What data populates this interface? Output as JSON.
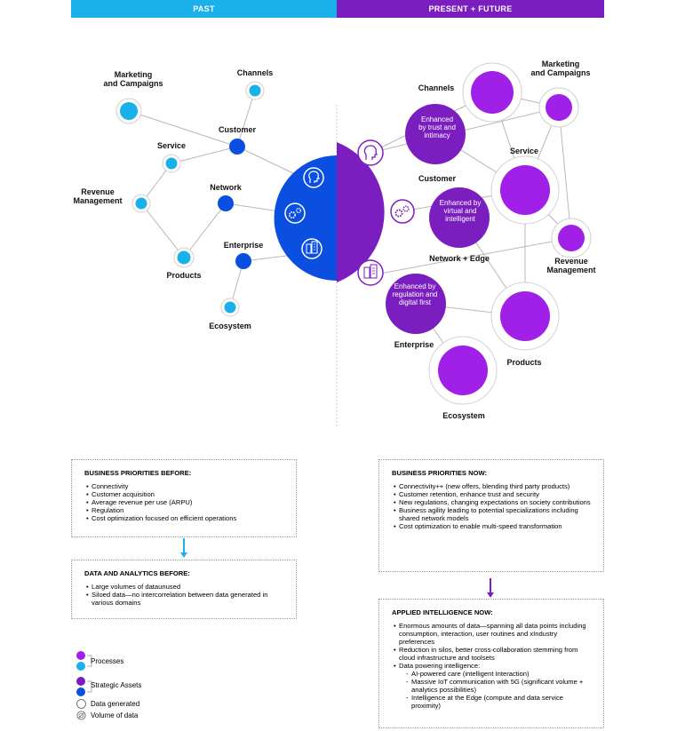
{
  "header": {
    "past_label": "PAST",
    "future_label": "PRESENT + FUTURE"
  },
  "colors": {
    "past_blue": "#1ab0ea",
    "past_dark_blue": "#0b4fe0",
    "future_purple": "#a020e8",
    "future_dark_purple": "#7b1ec0"
  },
  "past": {
    "nodes": {
      "marketing": "Marketing\nand Campaigns",
      "channels": "Channels",
      "customer": "Customer",
      "service": "Service",
      "network": "Network",
      "revenue": "Revenue\nManagement",
      "enterprise": "Enterprise",
      "products": "Products",
      "ecosystem": "Ecosystem"
    }
  },
  "future": {
    "nodes": {
      "channels": "Channels",
      "marketing": "Marketing\nand Campaigns",
      "customer": "Customer",
      "service": "Service",
      "network": "Network + Edge",
      "revenue": "Revenue\nManagement",
      "enterprise": "Enterprise",
      "products": "Products",
      "ecosystem": "Ecosystem"
    },
    "enhanced": {
      "customer": "Enhanced\nby trust and\nintimacy",
      "network": "Enhanced by\nvirtual and\nintelligent",
      "enterprise": "Enhanced by\nregulation and\ndigital first"
    }
  },
  "icons": {
    "customer": "head-profile-icon",
    "network": "gears-icon",
    "enterprise": "buildings-icon"
  },
  "boxes": {
    "priorities_before": {
      "title": "BUSINESS PRIORITIES BEFORE:",
      "items": [
        "Connectivity",
        "Customer acquisition",
        "Average revenue per use (ARPU)",
        "Regulation",
        "Cost optimization focused on efficient operations"
      ]
    },
    "analytics_before": {
      "title": "DATA AND ANALYTICS BEFORE:",
      "items": [
        "Large volumes of dataunused",
        "Siloed data—no intercorrelation between data generated in various domains"
      ]
    },
    "priorities_now": {
      "title": "BUSINESS PRIORITIES NOW:",
      "items": [
        "Connectivity++ (new offers, blending third party products)",
        "Customer retention, enhance trust and security",
        "New regulations, changing expectations on society contributions",
        "Business agility leading to potential specializations including shared network models",
        "Cost optimization to enable multi-speed transformation"
      ]
    },
    "applied_intelligence": {
      "title": "APPLIED INTELLIGENCE NOW:",
      "items": [
        "Enormous amounts of data—spanning all data points including consumption, interaction, user routines and xIndustry preferences",
        "Reduction in silos, better cross-collaboration stemming from cloud infrastructure and toolsets",
        "Data powering intelligence:"
      ],
      "subitems": [
        "AI-powered care (intelligent Interaction)",
        "Massive IoT communication with 5G (significant volume + analytics possibilities)",
        "Intelligence at the Edge (compute and data service proximity)"
      ]
    }
  },
  "legend": {
    "processes": "Processes",
    "strategic_assets": "Strategic Assets",
    "data_generated": "Data generated",
    "volume_of_data": "Volume of data"
  }
}
